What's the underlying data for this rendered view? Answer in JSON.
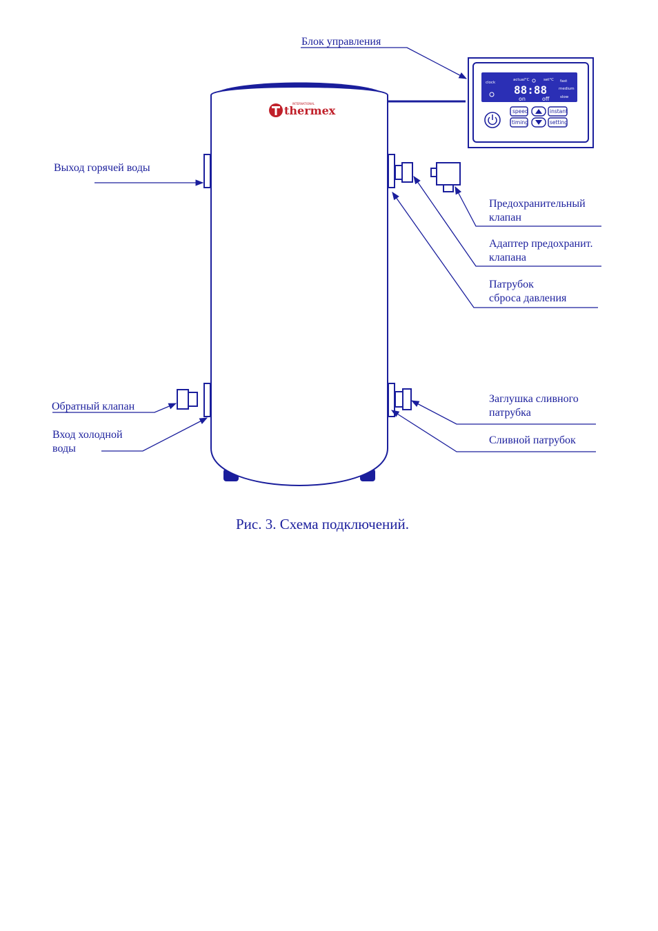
{
  "labels": {
    "control_unit": "Блок управления",
    "hot_outlet": "Выход горячей воды",
    "safety_valve": [
      "Предохранительный",
      "клапан"
    ],
    "safety_adapter": [
      "Адаптер предохранит.",
      "клапана"
    ],
    "pressure_relief": [
      "Патрубок",
      "сброса давления"
    ],
    "check_valve": "Обратный клапан",
    "cold_inlet": [
      "Вход холодной",
      "воды"
    ],
    "drain_plug": [
      "Заглушка сливного",
      "патрубка"
    ],
    "drain_pipe": "Сливной патрубок"
  },
  "caption": "Рис. 3. Схема подключений.",
  "brand": {
    "name": "thermex",
    "tagline": "INTERNATIONAL",
    "color": "#c0202a"
  },
  "panel": {
    "display": {
      "clock": "clock",
      "actual": "actual°C",
      "set": "set°C",
      "digits": "88:88",
      "on": "on",
      "off": "off",
      "fast": "fast",
      "medium": "medium",
      "slow": "slow"
    },
    "buttons": {
      "speed": "speed",
      "timing": "timing",
      "instant": "instant",
      "setting": "setting"
    }
  },
  "colors": {
    "ink": "#1a1e9c",
    "display_bg": "#2b2fb5"
  }
}
